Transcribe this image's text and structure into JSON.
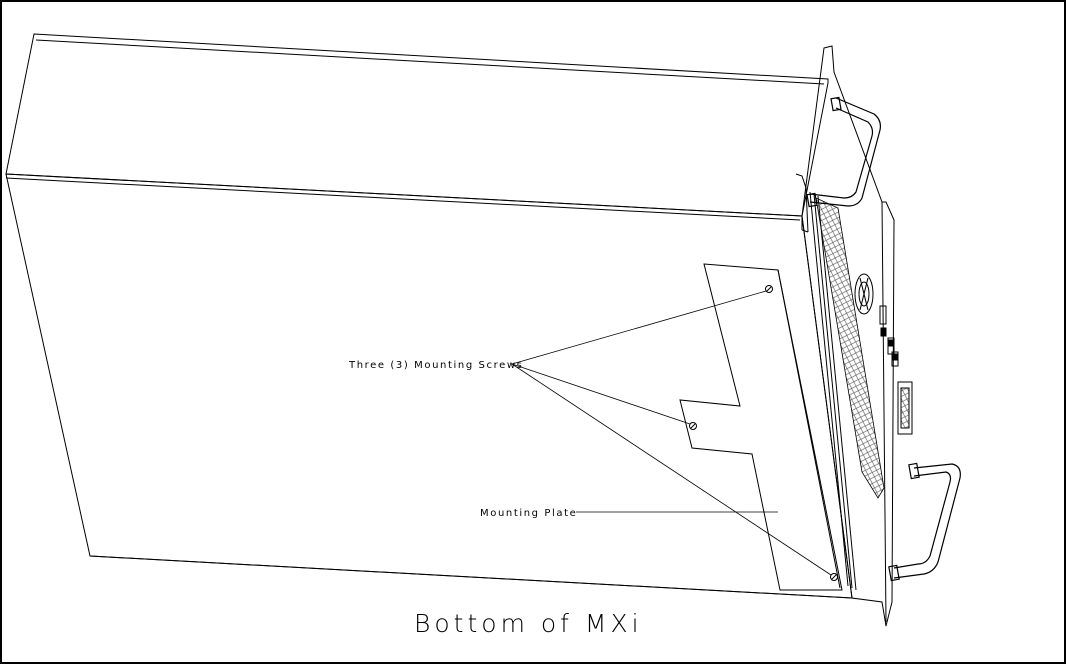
{
  "labels": {
    "screws": "Three (3) Mounting Screws",
    "plate": "Mounting Plate",
    "caption": "Bottom of MXi"
  },
  "colors": {
    "line": "#000000",
    "background": "#ffffff",
    "vent": "#555555"
  }
}
